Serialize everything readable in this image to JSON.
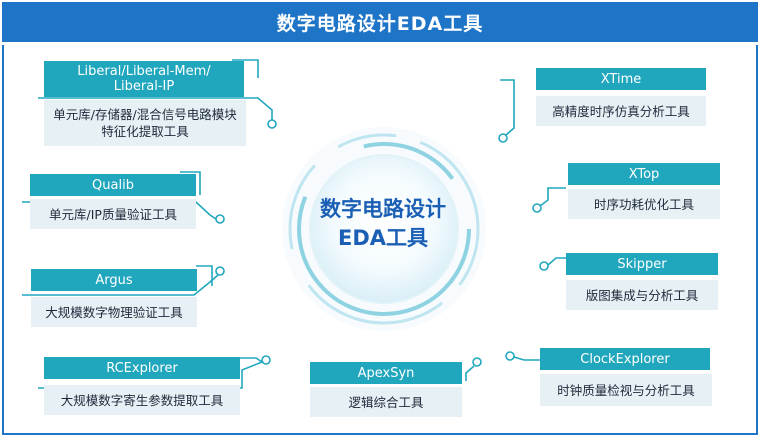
{
  "title": "数字电路设计EDA工具",
  "center": {
    "line1": "数字电路设计",
    "line2": "EDA工具"
  },
  "tools": [
    {
      "name": "Liberal/Liberal-Mem/\nLiberal-IP",
      "desc": "单元库/存储器/混合信号电路模块\n特征化提取工具"
    },
    {
      "name": "Qualib",
      "desc": "单元库/IP质量验证工具"
    },
    {
      "name": "Argus",
      "desc": "大规模数字物理验证工具"
    },
    {
      "name": "RCExplorer",
      "desc": "大规模数字寄生参数提取工具"
    },
    {
      "name": "ApexSyn",
      "desc": "逻辑综合工具"
    },
    {
      "name": "XTime",
      "desc": "高精度时序仿真分析工具"
    },
    {
      "name": "XTop",
      "desc": "时序功耗优化工具"
    },
    {
      "name": "Skipper",
      "desc": "版图集成与分析工具"
    },
    {
      "name": "ClockExplorer",
      "desc": "时钟质量检视与分析工具"
    }
  ],
  "colors": {
    "primary": "#1e74c6",
    "teal": "#21a7bd",
    "cardBody": "#e6f0f5",
    "centerText": "#1a5fb4"
  }
}
